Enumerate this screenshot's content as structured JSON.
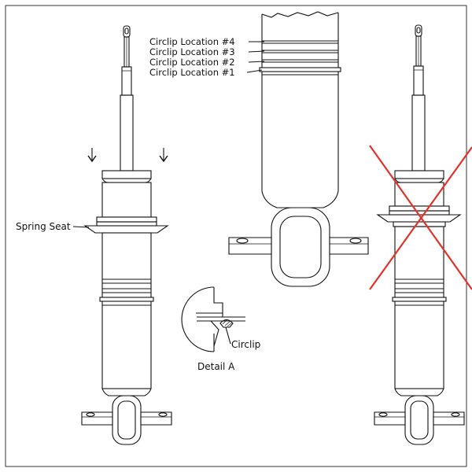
{
  "labels": {
    "spring_seat": "Spring Seat",
    "circlip": "Circlip",
    "detail_a": "Detail A",
    "circlip_location_4": "Circlip Location #4",
    "circlip_location_3": "Circlip Location #3",
    "circlip_location_2": "Circlip Location #2",
    "circlip_location_1": "Circlip Location #1"
  },
  "colors": {
    "line": "#111111",
    "cross_out": "#e0332a",
    "background": "#ffffff"
  },
  "icons": {
    "arrow_left": "down-arrow-icon",
    "arrow_right": "down-arrow-icon",
    "cross": "x-mark-icon"
  }
}
